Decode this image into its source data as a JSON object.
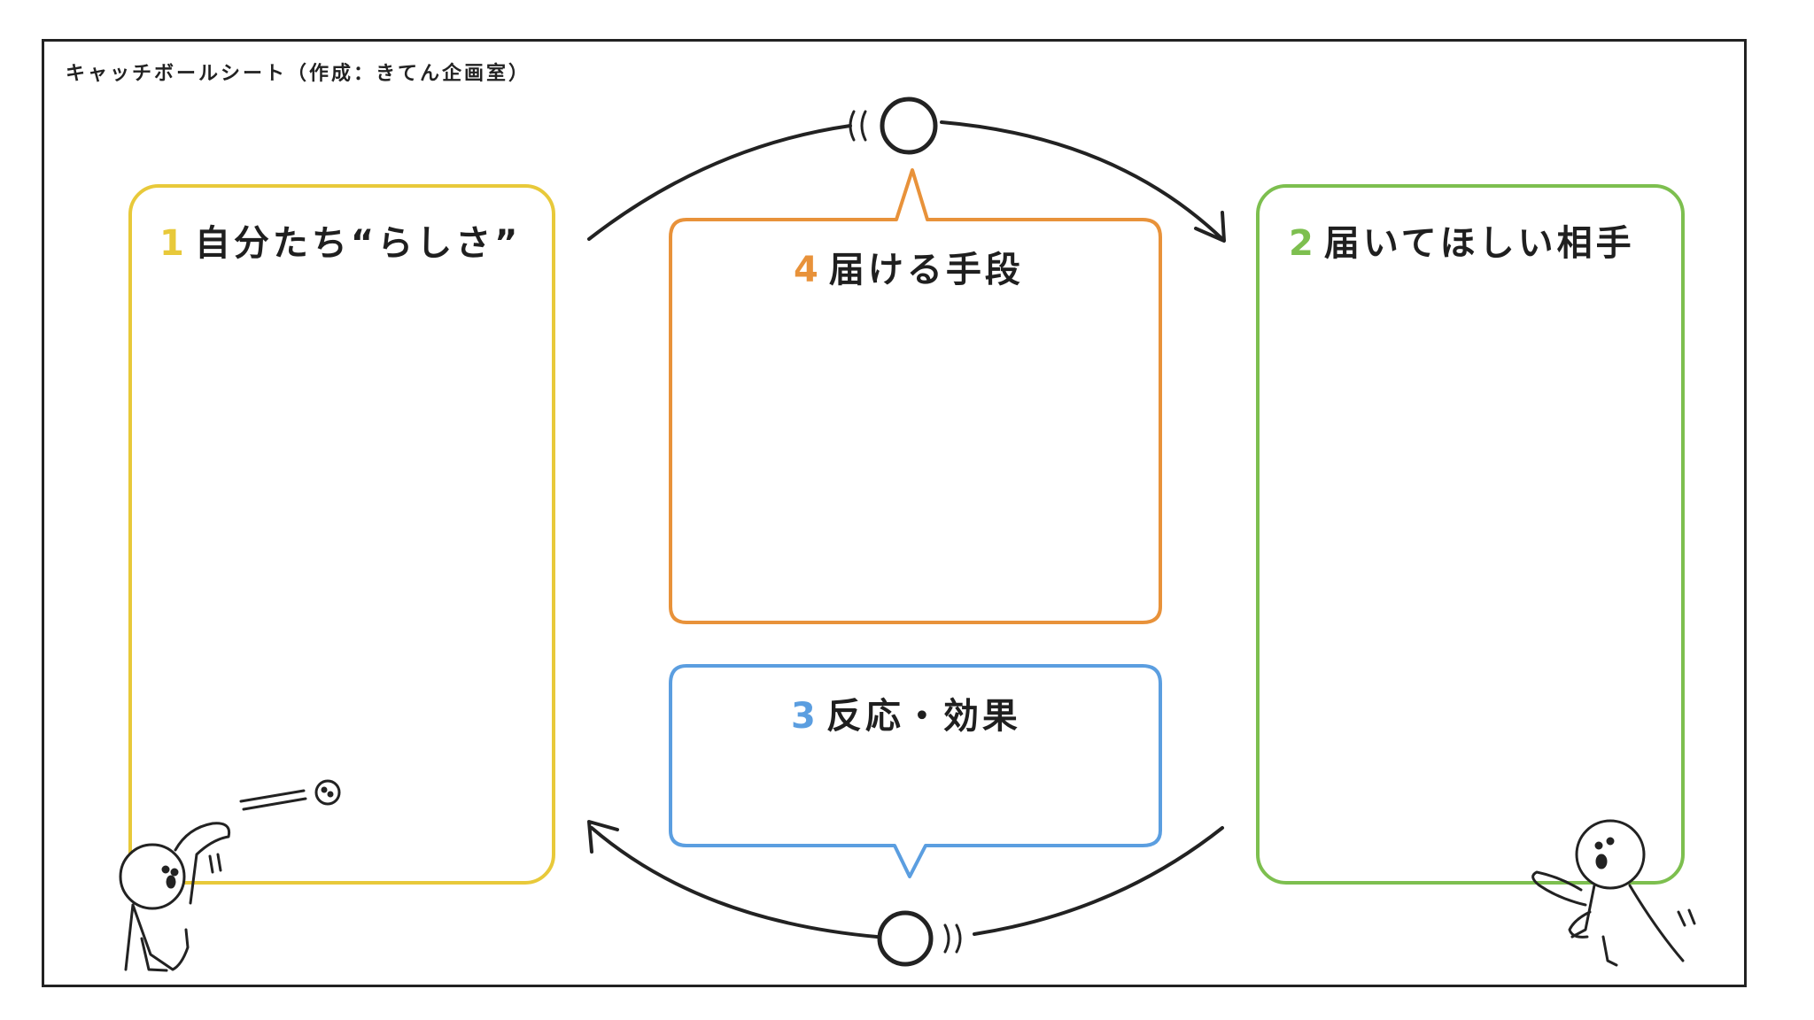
{
  "sheet_title": "キャッチボールシート（作成：きてん企画室）",
  "boxes": {
    "box1": {
      "number": "1",
      "title": "自分たち“らしさ”",
      "color": "#e8c93a"
    },
    "box2": {
      "number": "2",
      "title": "届いてほしい相手",
      "color": "#7dbf4f"
    },
    "box3": {
      "number": "3",
      "title": "反応・効果",
      "color": "#5b9ee0"
    },
    "box4": {
      "number": "4",
      "title": "届ける手段",
      "color": "#e8923a"
    }
  },
  "icons": [
    "ball-icon",
    "thrower-figure-icon",
    "catcher-figure-icon",
    "arrow-icon"
  ]
}
